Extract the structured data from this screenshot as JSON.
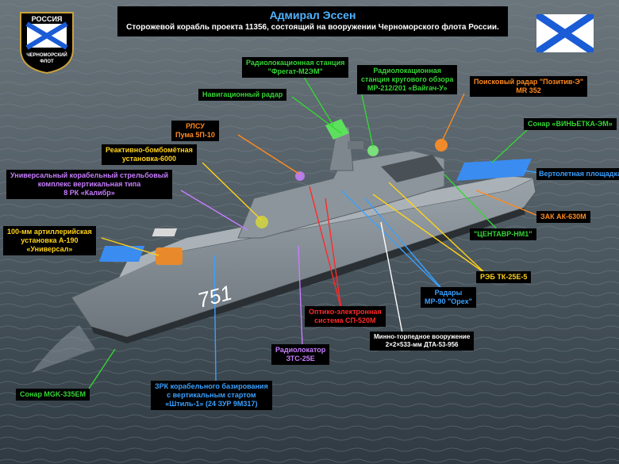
{
  "title": "Адмирал Эссен",
  "subtitle": "Сторожевой корабль проекта 11356, состоящий на вооружении Черноморского флота России.",
  "emblem": {
    "top": "РОССИЯ",
    "bottom1": "ЧЕРНОМОРСКИЙ",
    "bottom2": "ФЛОТ"
  },
  "hull_number": "751",
  "colors": {
    "green": "#35d535",
    "yellow": "#ffd21a",
    "orange": "#ff8a1f",
    "red": "#ff2a2a",
    "purple": "#c77dff",
    "blue": "#3aa0ff",
    "white": "#ffffff",
    "cyan": "#6fc3ff"
  },
  "labels": {
    "radar_fregat": [
      "Радиолокационная станция",
      "\"Фрегат-М2ЭМ\""
    ],
    "radar_circ": [
      "Радиолокационная",
      "станция кругового обзора",
      "МР-212/201 «Вайгач-У»"
    ],
    "nav_radar": [
      "Навигационный радар"
    ],
    "pozitiv": [
      "Поисковый радар \"Позитив-Э\"",
      "MR 352"
    ],
    "sonar_vin": [
      "Сонар «ВИНЬЕТКА-ЭМ»"
    ],
    "rlsu": [
      "РЛСУ",
      "Пума 5П-10"
    ],
    "rbu": [
      "Реактивно-бомбомётная",
      "установка-6000"
    ],
    "kalibr": [
      "Универсальный корабельный стрельбовый",
      "комплекс вертикальная типа",
      "8 РК «Калибр»"
    ],
    "heli": [
      "Вертолетная площадка"
    ],
    "ak630": [
      "ЗАК АК-630М"
    ],
    "a190": [
      "100-мм артиллерийская",
      "установка А-190",
      "«Универсал»"
    ],
    "kentavr": [
      "\"ЦЕНТАВР-НМ1\""
    ],
    "reb": [
      "РЭБ ТК-25Е-5"
    ],
    "orekh": [
      "Радары",
      "МР-90 \"Орех\""
    ],
    "sp520": [
      "Оптико-электронная",
      "система СП-520М"
    ],
    "torpedo": [
      "Минно-торпедное вооружение",
      "2×2×533-мм ДТА-53-956"
    ],
    "zts": [
      "Радиолокатор",
      "ЗТС-25Е"
    ],
    "shtil": [
      "ЗРК корабельного базирования",
      "с вертикальным стартом",
      "«Штиль-1» (24 ЗУР 9М317)"
    ],
    "mgk": [
      "Сонар MGK-335EM"
    ]
  }
}
